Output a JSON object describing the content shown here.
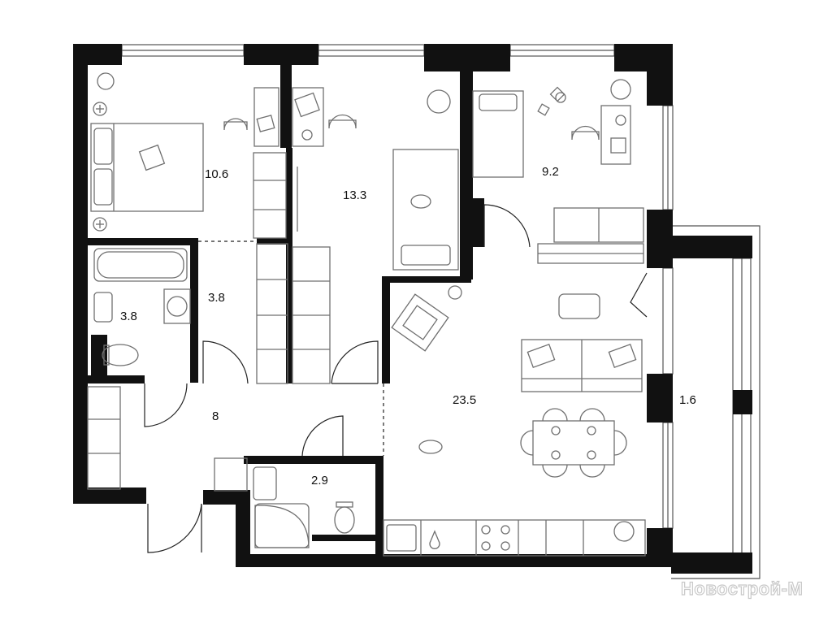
{
  "rooms": [
    {
      "id": "bedroom",
      "area": "10.6"
    },
    {
      "id": "study",
      "area": "13.3"
    },
    {
      "id": "kids-room",
      "area": "9.2"
    },
    {
      "id": "wardrobe",
      "area": "3.8"
    },
    {
      "id": "bathroom",
      "area": "3.8"
    },
    {
      "id": "hallway",
      "area": "8"
    },
    {
      "id": "wc",
      "area": "2.9"
    },
    {
      "id": "living-kitchen",
      "area": "23.5"
    },
    {
      "id": "balcony",
      "area": "1.6"
    }
  ],
  "watermark": "Новострой-М",
  "colors": {
    "wall": "#111111",
    "furniture": "#6f6f6f",
    "background": "#ffffff"
  }
}
